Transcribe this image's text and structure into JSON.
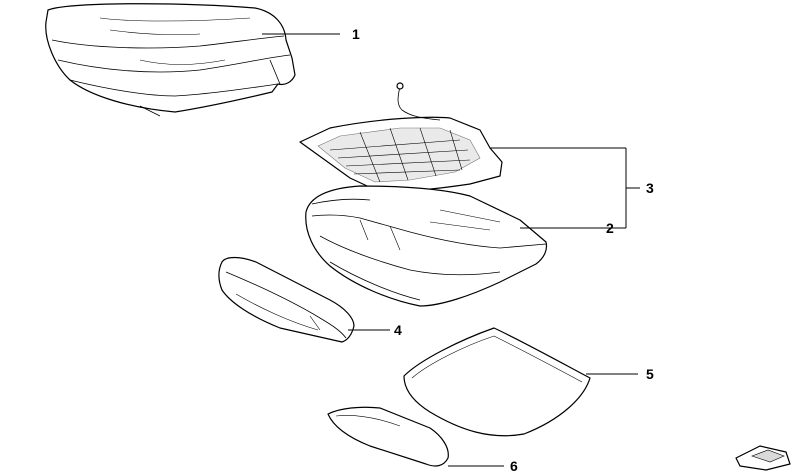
{
  "diagram": {
    "callouts": [
      {
        "id": "1",
        "label": "1"
      },
      {
        "id": "2",
        "label": "2"
      },
      {
        "id": "3",
        "label": "3"
      },
      {
        "id": "4",
        "label": "4"
      },
      {
        "id": "5",
        "label": "5"
      },
      {
        "id": "6",
        "label": "6"
      }
    ],
    "parts": [
      {
        "id": "seat-cover",
        "icon": "seat-cover"
      },
      {
        "id": "heating-element",
        "icon": "heating-mat"
      },
      {
        "id": "seat-cushion-foam",
        "icon": "foam-pad"
      },
      {
        "id": "front-foam-strip",
        "icon": "foam-strip"
      },
      {
        "id": "flat-pad",
        "icon": "pad"
      },
      {
        "id": "small-pad",
        "icon": "pad"
      }
    ]
  }
}
